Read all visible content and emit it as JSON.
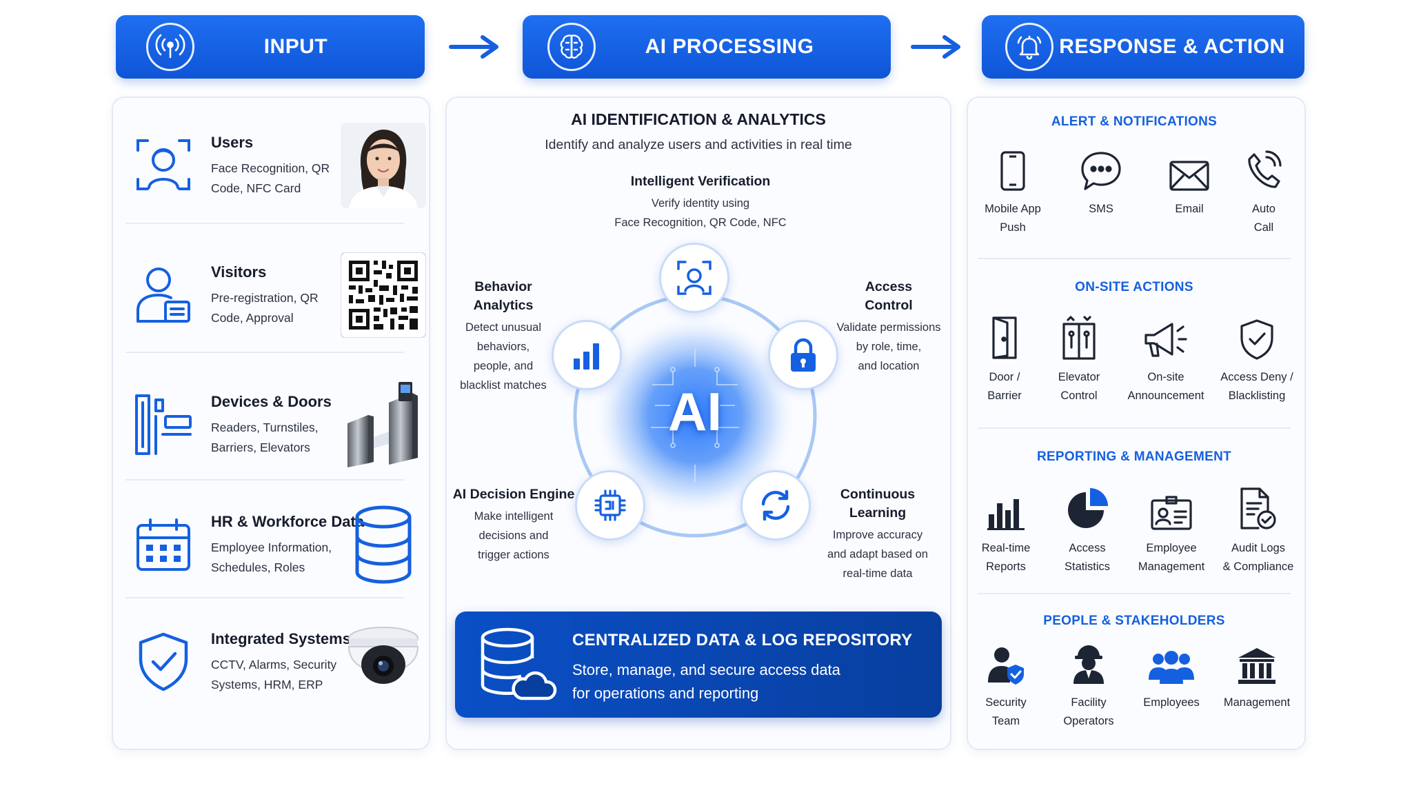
{
  "headers": {
    "input": "INPUT",
    "ai_processing": "AI PROCESSING",
    "response_action": "RESPONSE & ACTION"
  },
  "input": {
    "items": [
      {
        "title": "Users",
        "desc": "Face Recognition, QR Code, NFC Card"
      },
      {
        "title": "Visitors",
        "desc": "Pre-registration, QR Code, Approval"
      },
      {
        "title": "Devices & Doors",
        "desc": "Readers, Turnstiles, Barriers, Elevators"
      },
      {
        "title": "HR & Workforce Data",
        "desc": "Employee Information, Schedules, Roles"
      },
      {
        "title": "Integrated Systems",
        "desc": "CCTV, Alarms, Security Systems, HRM, ERP"
      }
    ]
  },
  "ai": {
    "title": "AI IDENTIFICATION & ANALYTICS",
    "subtitle": "Identify and analyze users and activities in real time",
    "center_label": "AI",
    "verification": {
      "title": "Intelligent Verification",
      "desc1": "Verify identity using",
      "desc2": "Face Recognition, QR Code, NFC"
    },
    "behavior": {
      "title1": "Behavior",
      "title2": "Analytics",
      "desc": [
        "Detect unusual",
        "behaviors,",
        "people, and",
        "blacklist matches"
      ]
    },
    "access": {
      "title1": "Access",
      "title2": "Control",
      "desc": [
        "Validate permissions",
        "by role, time,",
        "and location"
      ]
    },
    "decision": {
      "title": "AI Decision Engine",
      "desc": [
        "Make intelligent",
        "decisions and",
        "trigger actions"
      ]
    },
    "learning": {
      "title": "Continuous Learning",
      "desc": [
        "Improve accuracy",
        "and adapt based on",
        "real-time data"
      ]
    }
  },
  "repository": {
    "title": "CENTRALIZED DATA & LOG REPOSITORY",
    "desc1": "Store, manage, and secure access data",
    "desc2": "for operations and reporting"
  },
  "response": {
    "alerts": {
      "title": "ALERT & NOTIFICATIONS",
      "items": [
        {
          "l1": "Mobile App",
          "l2": "Push"
        },
        {
          "l1": "SMS",
          "l2": ""
        },
        {
          "l1": "Email",
          "l2": ""
        },
        {
          "l1": "Auto",
          "l2": "Call"
        }
      ]
    },
    "onsite": {
      "title": "ON-SITE ACTIONS",
      "items": [
        {
          "l1": "Door /",
          "l2": "Barrier"
        },
        {
          "l1": "Elevator",
          "l2": "Control"
        },
        {
          "l1": "On-site",
          "l2": "Announcement"
        },
        {
          "l1": "Access Deny /",
          "l2": "Blacklisting"
        }
      ]
    },
    "reporting": {
      "title": "REPORTING & MANAGEMENT",
      "items": [
        {
          "l1": "Real-time",
          "l2": "Reports"
        },
        {
          "l1": "Access",
          "l2": "Statistics"
        },
        {
          "l1": "Employee",
          "l2": "Management"
        },
        {
          "l1": "Audit Logs",
          "l2": "& Compliance"
        }
      ]
    },
    "people": {
      "title": "PEOPLE & STAKEHOLDERS",
      "items": [
        {
          "l1": "Security",
          "l2": "Team"
        },
        {
          "l1": "Facility",
          "l2": "Operators"
        },
        {
          "l1": "Employees",
          "l2": ""
        },
        {
          "l1": "Management",
          "l2": ""
        }
      ]
    }
  },
  "colors": {
    "primary": "#1560e0",
    "dark_blue": "#083f9f",
    "text": "#1d2433"
  }
}
